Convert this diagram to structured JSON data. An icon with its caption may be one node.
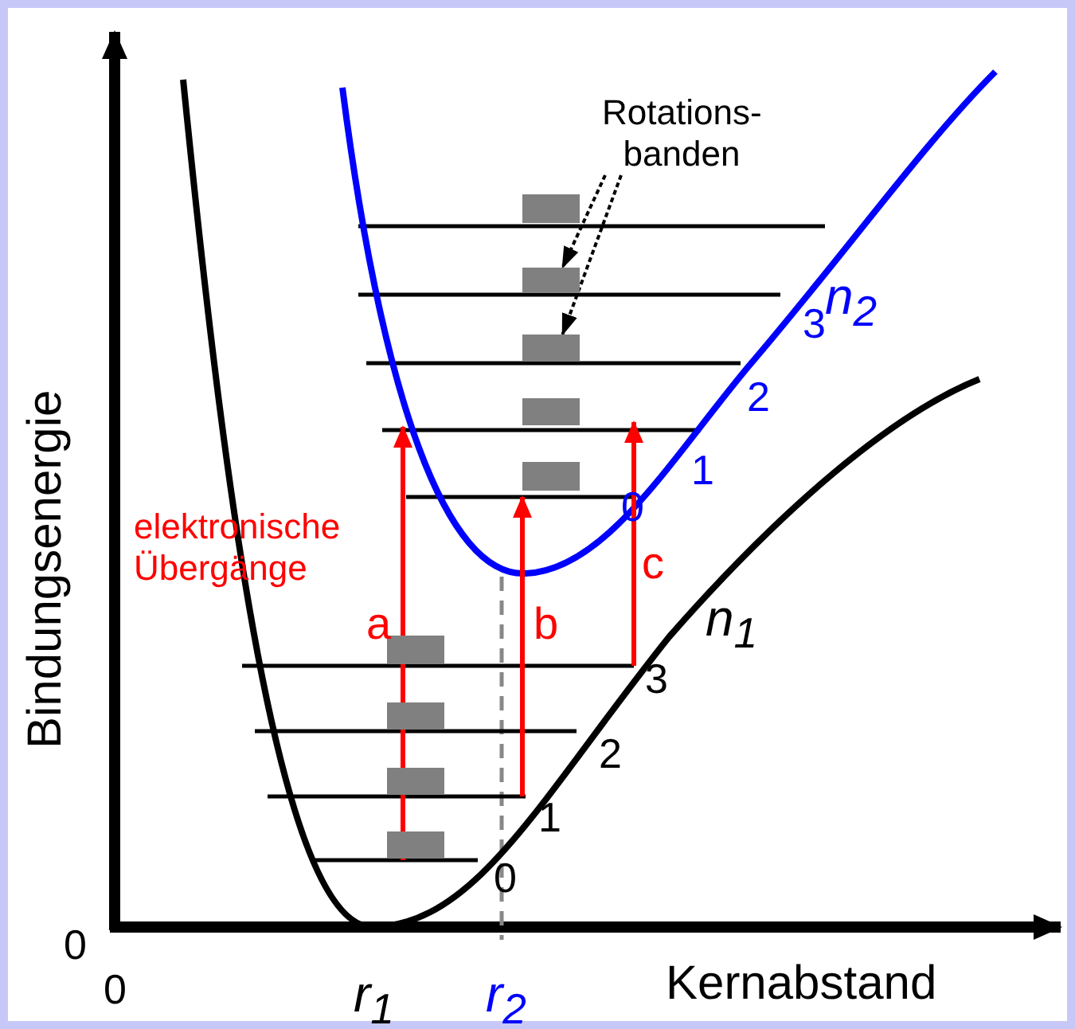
{
  "diagram": {
    "nodes": [
      {
        "text": [
          "Rotations- banden"
        ]
      },
      {
        "text": [],
        "shape": "bar"
      },
      {
        "text": [],
        "shape": "bar"
      },
      {
        "text": [],
        "shape": "bar"
      },
      {
        "text": [],
        "shape": "bar"
      },
      {
        "text": [],
        "shape": "bar"
      },
      {
        "text": [],
        "shape": "bar"
      },
      {
        "text": [],
        "shape": "bar"
      },
      {
        "text": [],
        "shape": "bar"
      },
      {
        "text": [],
        "shape": "bar"
      }
    ],
    "edges": [
      {
        "from": 0,
        "to": 2,
        "arrow": "to",
        "style": "dashed"
      },
      {
        "from": 0,
        "to": 3,
        "arrow": "to",
        "style": "dashed"
      }
    ],
    "labels": [
      "n$_{2}$",
      "3",
      "2",
      "1",
      "0",
      "elektronische Übergänge",
      "a",
      "b",
      "c",
      "n$_{1}$",
      "3",
      "2",
      "1",
      "0",
      "Bindungsenergie",
      "0",
      "0",
      "r$_{1}$",
      "r$_{2}$",
      "Kernabstand"
    ]
  }
}
